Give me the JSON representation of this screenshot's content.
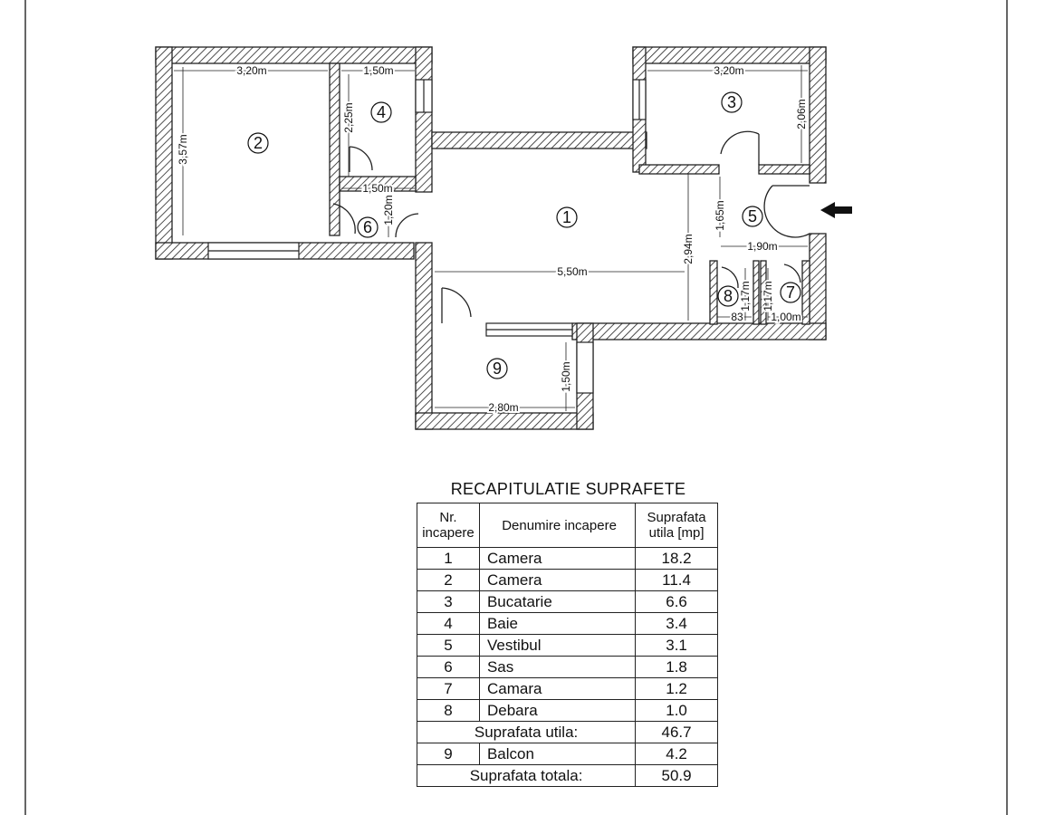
{
  "plan": {
    "room_numbers": [
      "1",
      "2",
      "3",
      "4",
      "5",
      "6",
      "7",
      "8",
      "9"
    ],
    "dimensions": {
      "r2_width": "3,20m",
      "r2_height": "3,57m",
      "r4_width": "1,50m",
      "r4_height": "2,25m",
      "r6_width": "1,50m",
      "r6_height": "1,20m",
      "r3_width": "3,20m",
      "r3_height": "2,06m",
      "r5_height": "1,65m",
      "r5_width": "1,90m",
      "r1_width": "5,50m",
      "r1_height": "2,94m",
      "r8_height": "1,17m",
      "r7_height": "1,17m",
      "r8_width": "83",
      "r7_width": "1,00m",
      "r9_width": "2,80m",
      "r9_height": "1,50m"
    },
    "entrance_arrow": "arrow-left-icon"
  },
  "table": {
    "title": "RECAPITULATIE SUPRAFETE",
    "headers": {
      "nr": [
        "Nr.",
        "incapere"
      ],
      "name": "Denumire incapere",
      "area": [
        "Suprafata",
        "utila [mp]"
      ]
    },
    "rows": [
      {
        "nr": "1",
        "name": "Camera",
        "area": "18.2"
      },
      {
        "nr": "2",
        "name": "Camera",
        "area": "11.4"
      },
      {
        "nr": "3",
        "name": "Bucatarie",
        "area": "6.6"
      },
      {
        "nr": "4",
        "name": "Baie",
        "area": "3.4"
      },
      {
        "nr": "5",
        "name": "Vestibul",
        "area": "3.1"
      },
      {
        "nr": "6",
        "name": "Sas",
        "area": "1.8"
      },
      {
        "nr": "7",
        "name": "Camara",
        "area": "1.2"
      },
      {
        "nr": "8",
        "name": "Debara",
        "area": "1.0"
      }
    ],
    "useful_label": "Suprafata utila:",
    "useful_value": "46.7",
    "balcony": {
      "nr": "9",
      "name": "Balcon",
      "area": "4.2"
    },
    "total_label": "Suprafata totala:",
    "total_value": "50.9"
  }
}
